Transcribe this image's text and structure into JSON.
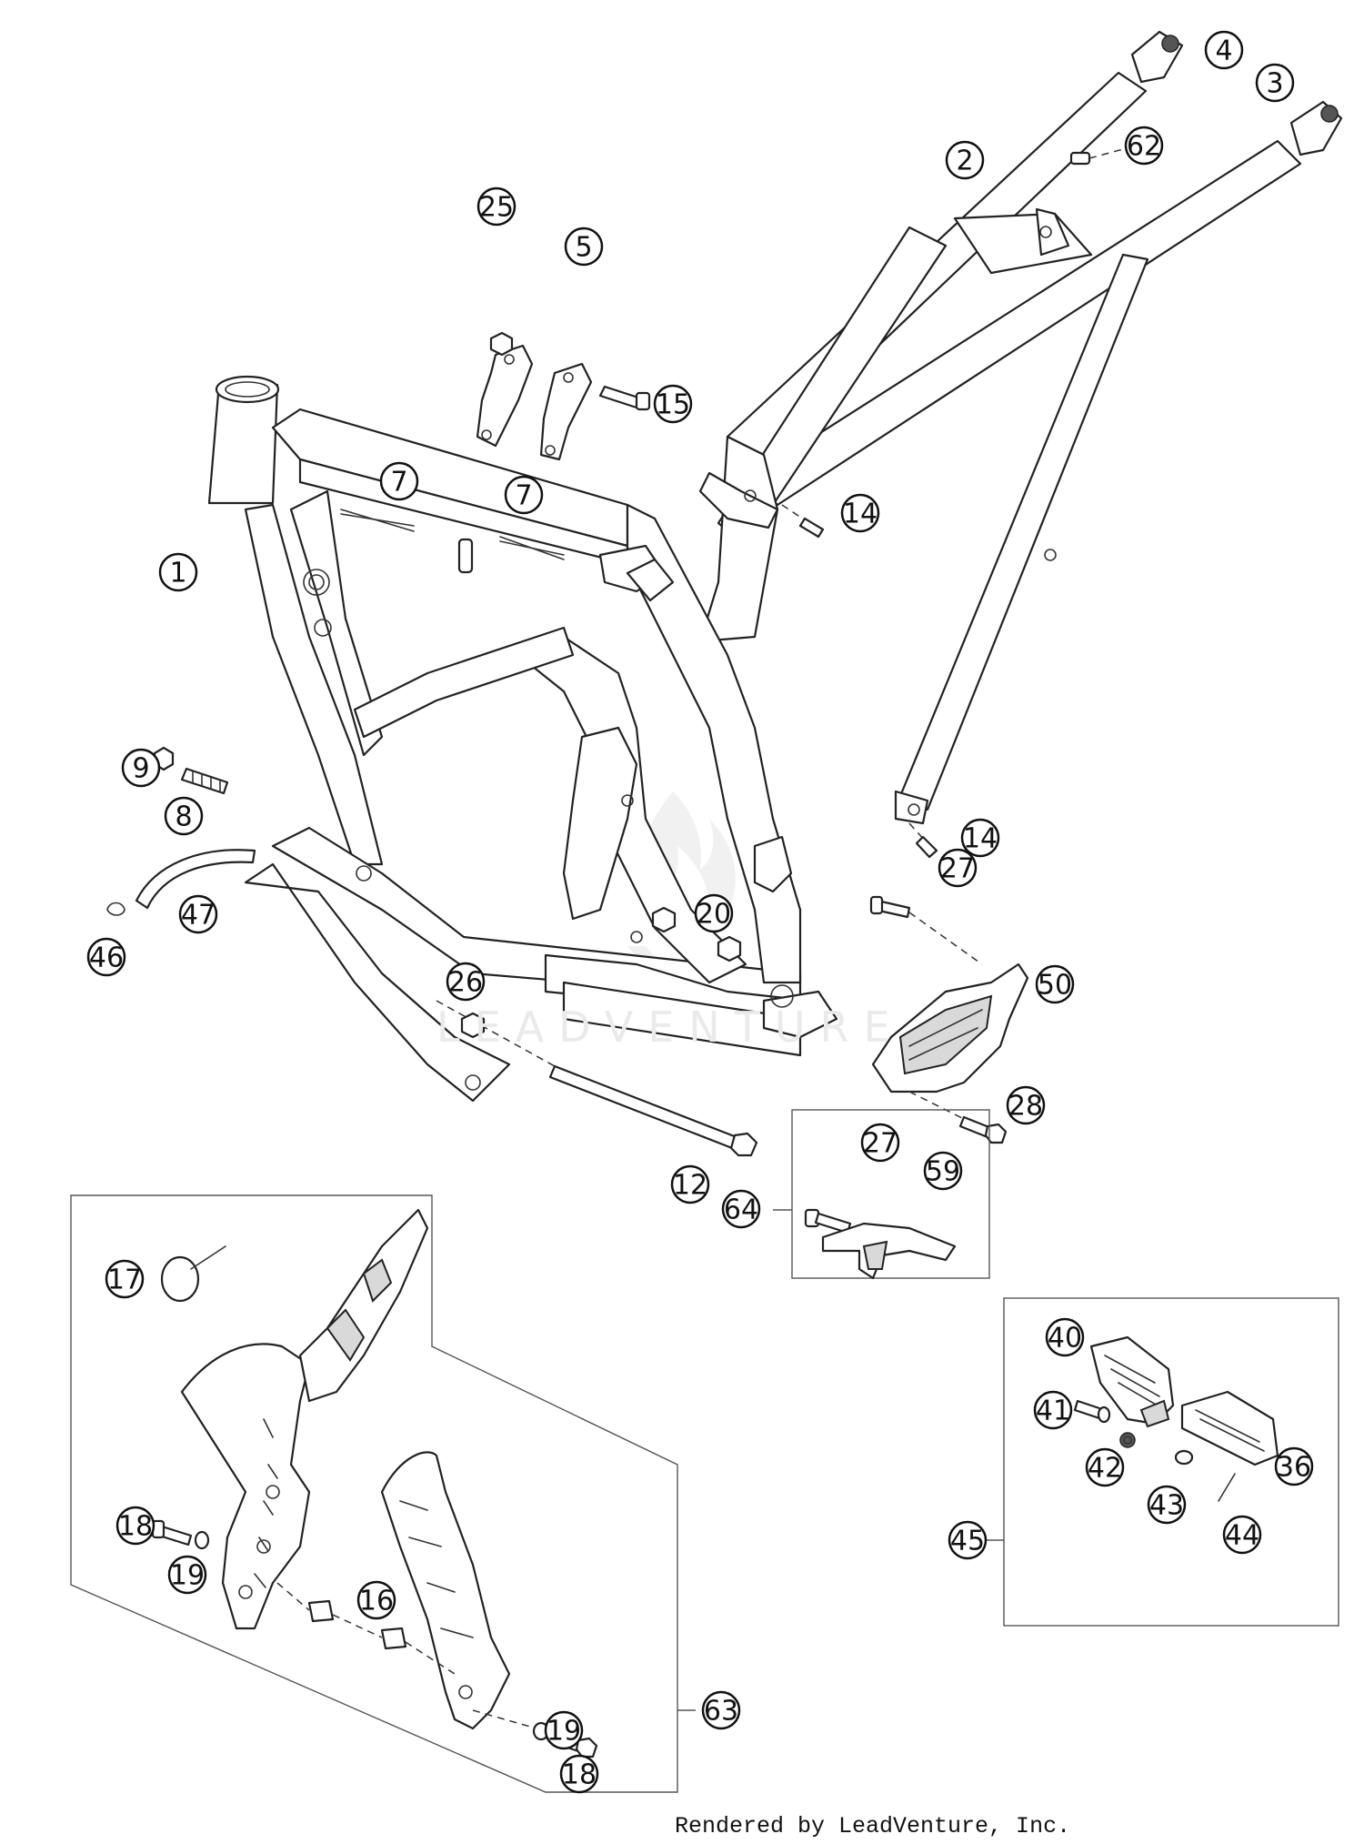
{
  "credit": "Rendered by LeadVenture, Inc.",
  "watermark": "LEADVENTURE",
  "callouts": [
    {
      "id": "1",
      "label": "1"
    },
    {
      "id": "2",
      "label": "2"
    },
    {
      "id": "3",
      "label": "3"
    },
    {
      "id": "4",
      "label": "4"
    },
    {
      "id": "5",
      "label": "5"
    },
    {
      "id": "7a",
      "label": "7"
    },
    {
      "id": "7b",
      "label": "7"
    },
    {
      "id": "8",
      "label": "8"
    },
    {
      "id": "9",
      "label": "9"
    },
    {
      "id": "12",
      "label": "12"
    },
    {
      "id": "14a",
      "label": "14"
    },
    {
      "id": "14b",
      "label": "14"
    },
    {
      "id": "15",
      "label": "15"
    },
    {
      "id": "16",
      "label": "16"
    },
    {
      "id": "17",
      "label": "17"
    },
    {
      "id": "18a",
      "label": "18"
    },
    {
      "id": "18b",
      "label": "18"
    },
    {
      "id": "19a",
      "label": "19"
    },
    {
      "id": "19b",
      "label": "19"
    },
    {
      "id": "20",
      "label": "20"
    },
    {
      "id": "25",
      "label": "25"
    },
    {
      "id": "26",
      "label": "26"
    },
    {
      "id": "27a",
      "label": "27"
    },
    {
      "id": "27b",
      "label": "27"
    },
    {
      "id": "28",
      "label": "28"
    },
    {
      "id": "36",
      "label": "36"
    },
    {
      "id": "40",
      "label": "40"
    },
    {
      "id": "41",
      "label": "41"
    },
    {
      "id": "42",
      "label": "42"
    },
    {
      "id": "43",
      "label": "43"
    },
    {
      "id": "44",
      "label": "44"
    },
    {
      "id": "45",
      "label": "45"
    },
    {
      "id": "46",
      "label": "46"
    },
    {
      "id": "47",
      "label": "47"
    },
    {
      "id": "50",
      "label": "50"
    },
    {
      "id": "59",
      "label": "59"
    },
    {
      "id": "62",
      "label": "62"
    },
    {
      "id": "63",
      "label": "63"
    },
    {
      "id": "64",
      "label": "64"
    }
  ]
}
